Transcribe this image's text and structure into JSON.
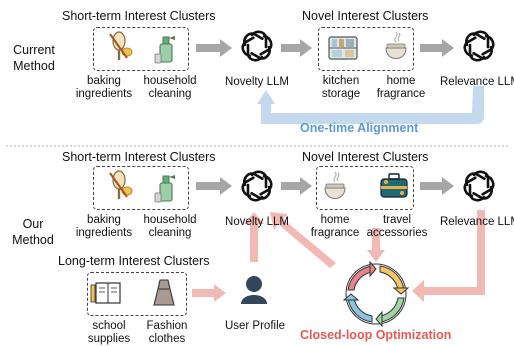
{
  "colors": {
    "gray_arrow": "#a6a6a6",
    "blue_arrow": "#c5d9ee",
    "blue_text": "#5b9bd5",
    "pink_arrow": "#f2b8b4",
    "red_text": "#e45a55",
    "divider": "#bfbfbf"
  },
  "current": {
    "row_label": "Current Method",
    "short_term_title": "Short-term Interest Clusters",
    "novel_title": "Novel Interest Clusters",
    "items_left": [
      "baking ingredients",
      "household cleaning"
    ],
    "novelty_llm": "Novelty LLM",
    "items_right": [
      "kitchen storage",
      "home fragrance"
    ],
    "relevance_llm": "Relevance LLM",
    "alignment_label": "One-time Alignment"
  },
  "ours": {
    "row_label": "Our Method",
    "short_term_title": "Short-term Interest Clusters",
    "novel_title": "Novel Interest Clusters",
    "items_left": [
      "baking ingredients",
      "household cleaning"
    ],
    "novelty_llm": "Novelty LLM",
    "items_right": [
      "home fragrance",
      "travel accessories"
    ],
    "relevance_llm": "Relevance LLM",
    "long_term_title": "Long-term Interest Clusters",
    "items_long": [
      "school supplies",
      "Fashion clothes"
    ],
    "user_profile": "User Profile",
    "loop_label": "Closed-loop Optimization"
  },
  "icons": [
    "whisk-icon",
    "cleaning-spray-icon",
    "openai-logo-icon",
    "kitchen-storage-icon",
    "fragrance-jar-icon",
    "suitcase-icon",
    "notebook-icon",
    "dress-icon",
    "user-icon",
    "cycle-icon"
  ]
}
